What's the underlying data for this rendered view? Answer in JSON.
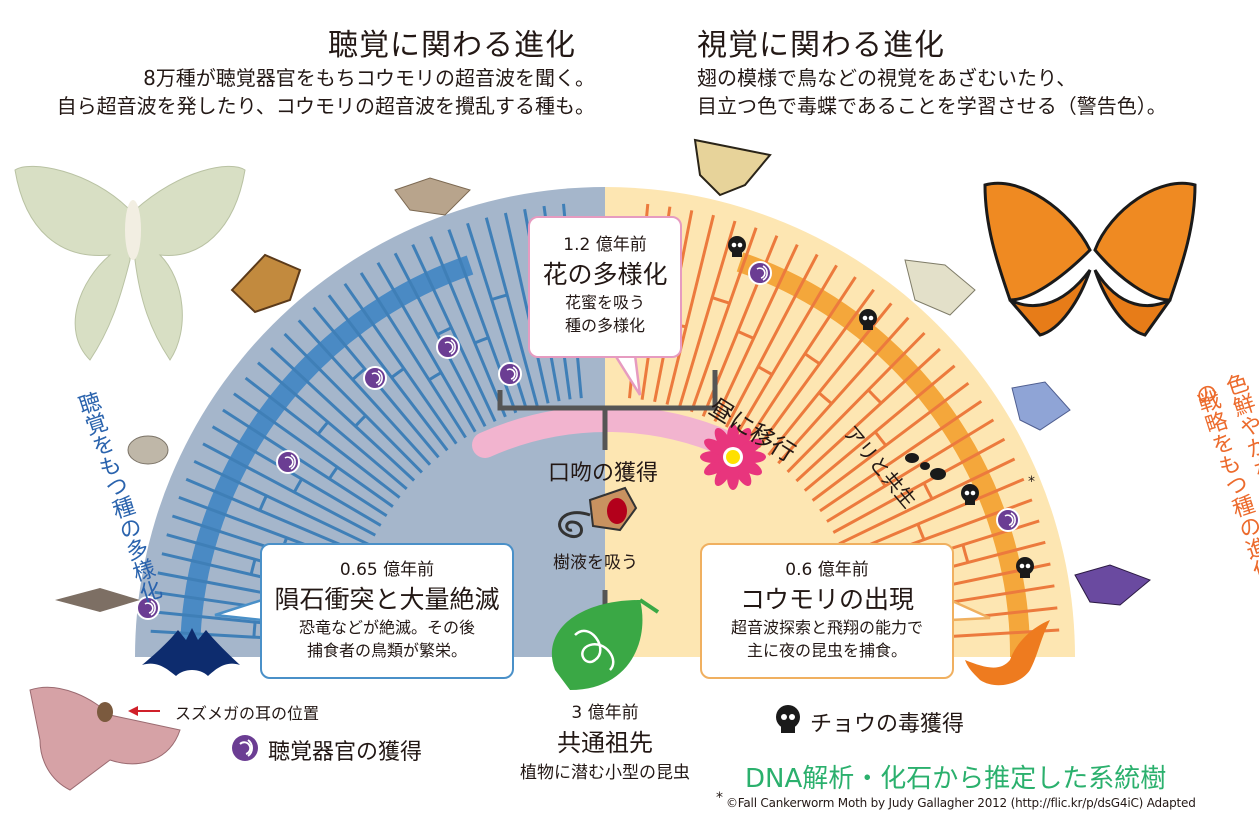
{
  "header_left": {
    "title": "聴覚に関わる進化",
    "line1": "8万種が聴覚器官をもちコウモリの超音波を聞く。",
    "line2": "自ら超音波を発したり、コウモリの超音波を攪乱する種も。"
  },
  "header_right": {
    "title": "視覚に関わる進化",
    "line1": "翅の模様で鳥などの視覚をあざむいたり、",
    "line2": "目立つ色で毒蝶であることを学習させる（警告色）。"
  },
  "side_left": "聴覚をもつ種の多様化",
  "side_right_col1": "色鮮やかな翅や毒、共生などの",
  "side_right_col2": "戦略をもつ種の進化",
  "callout_flower": {
    "time": "1.2 億年前",
    "title": "花の多様化",
    "line1": "花蜜を吸う",
    "line2": "種の多様化"
  },
  "callout_asteroid": {
    "time": "0.65 億年前",
    "title": "隕石衝突と大量絶滅",
    "line1": "恐竜などが絶滅。その後",
    "line2": "捕食者の鳥類が繁栄。"
  },
  "callout_bat": {
    "time": "0.6 億年前",
    "title": "コウモリの出現",
    "line1": "超音波探索と飛翔の能力で",
    "line2": "主に夜の昆虫を捕食。"
  },
  "label_diurnal": "昼に移行",
  "label_ant": "アリと共生",
  "label_mouthpart": "口吻の獲得",
  "label_sap": "樹液を吸う",
  "ancestor": {
    "time": "3 億年前",
    "title": "共通祖先",
    "desc": "植物に潜む小型の昆虫"
  },
  "ear_note": "スズメガの耳の位置",
  "legend": {
    "hearing": "聴覚器官の獲得",
    "toxin": "チョウの毒獲得"
  },
  "footer_title": "DNA解析・化石から推定した系統樹",
  "asterisk": "*",
  "credit": "©Fall Cankerworm Moth by Judy Gallagher 2012 (http://flic.kr/p/dsG4iC) Adapted",
  "colors": {
    "moth_bg": "#a5b6cb",
    "moth_branch": "#3f7fb7",
    "moth_thick": "#4a8ac4",
    "butterfly_bg": "#fde6b2",
    "butterfly_branch": "#ec7a3d",
    "butterfly_thick": "#f4a73b",
    "flower_band": "#f2b4cf",
    "title_green": "#2bb06d",
    "side_left": "#2a63ad",
    "side_right": "#ec6b2d"
  }
}
